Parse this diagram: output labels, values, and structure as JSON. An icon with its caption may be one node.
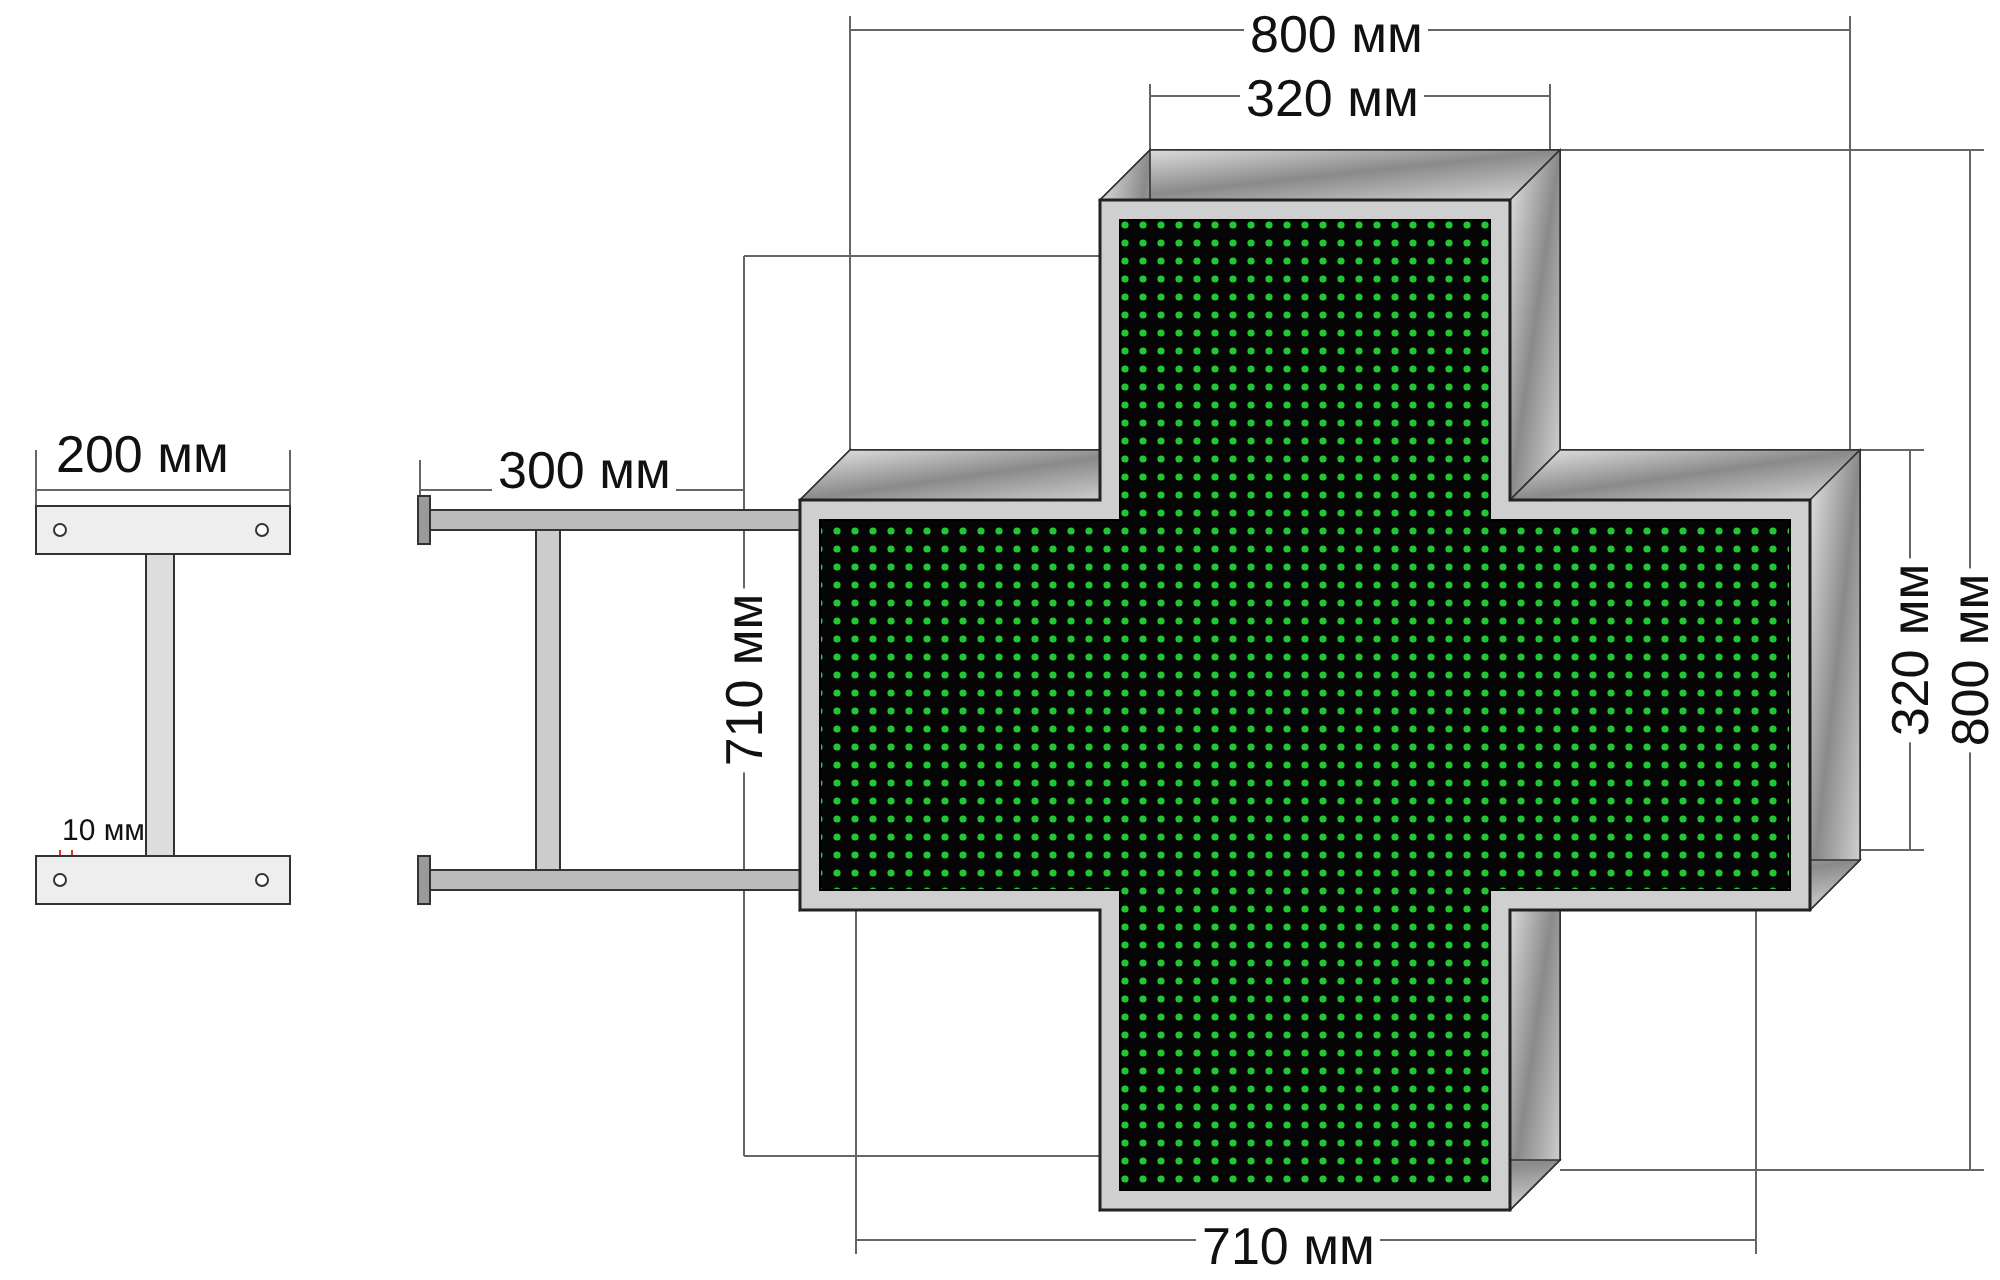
{
  "diagram": {
    "labels": [
      "800 мм",
      "320 мм",
      "200 мм",
      "300 мм",
      "710 мм",
      "320 мм",
      "800 мм",
      "10 мм",
      "710 мм"
    ]
  }
}
